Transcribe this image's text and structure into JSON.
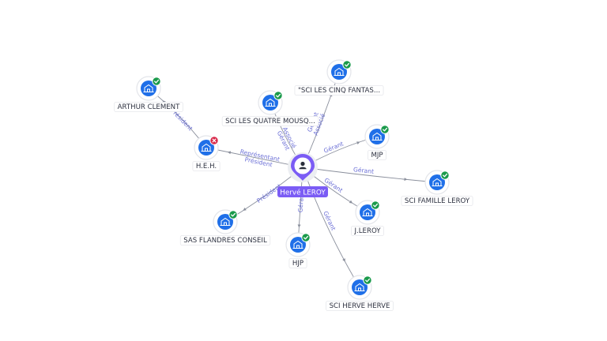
{
  "center": {
    "name": "Hervé LEROY",
    "icon": "person-icon",
    "color": "#7b5cf5"
  },
  "nodes": [
    {
      "id": "arthur",
      "label": "ARTHUR CLEMENT",
      "status": "active"
    },
    {
      "id": "heh",
      "label": "H.E.H.",
      "status": "closed"
    },
    {
      "id": "quatre",
      "label": "SCI LES QUATRE MOUSQ...",
      "status": "active"
    },
    {
      "id": "cinq",
      "label": "\"SCI LES CINQ FANTAS...",
      "status": "active"
    },
    {
      "id": "mjp",
      "label": "MJP",
      "status": "active"
    },
    {
      "id": "famille",
      "label": "SCI FAMILLE LEROY",
      "status": "active"
    },
    {
      "id": "jleroy",
      "label": "J.LEROY",
      "status": "active"
    },
    {
      "id": "herve",
      "label": "SCI HERVE HERVE",
      "status": "active"
    },
    {
      "id": "hjp",
      "label": "HJP",
      "status": "active"
    },
    {
      "id": "sas",
      "label": "SAS FLANDRES CONSEIL",
      "status": "active"
    }
  ],
  "edges": [
    {
      "from": "heh",
      "to": "arthur",
      "labels": [
        "Président"
      ]
    },
    {
      "from": "center",
      "to": "heh",
      "labels": [
        "Président",
        "Représentant"
      ]
    },
    {
      "from": "center",
      "to": "quatre",
      "labels": [
        "Gérant",
        "Associé"
      ]
    },
    {
      "from": "center",
      "to": "cinq",
      "labels": [
        "Gérant",
        "Associé"
      ]
    },
    {
      "from": "center",
      "to": "mjp",
      "labels": [
        "Gérant"
      ]
    },
    {
      "from": "center",
      "to": "famille",
      "labels": [
        "Gérant"
      ]
    },
    {
      "from": "center",
      "to": "jleroy",
      "labels": [
        "Gérant"
      ]
    },
    {
      "from": "center",
      "to": "herve",
      "labels": [
        "Gérant"
      ]
    },
    {
      "from": "center",
      "to": "hjp",
      "labels": [
        "Gérant"
      ]
    },
    {
      "from": "center",
      "to": "sas",
      "labels": [
        "Président"
      ]
    }
  ],
  "icons": {
    "company": "building-icon",
    "active": "check-badge-icon",
    "closed": "cross-badge-icon"
  },
  "colors": {
    "company": "#1f6fe8",
    "active": "#1a9a4b",
    "closed": "#d8294a",
    "edge_label": "#6b6fd6"
  }
}
